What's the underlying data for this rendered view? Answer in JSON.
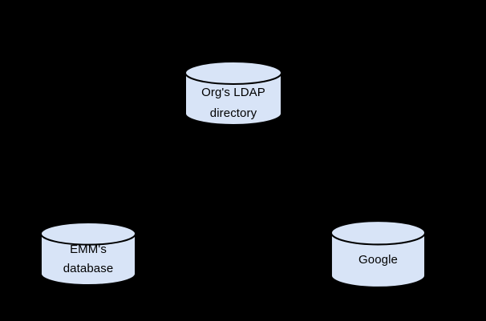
{
  "diagram": {
    "background_color": "#000000",
    "node_style": {
      "shape": "database-cylinder",
      "fill": "#d8e4f7",
      "stroke": "#000000",
      "text_color": "#000000"
    },
    "nodes": {
      "ldap": {
        "label_line1": "Org's LDAP",
        "label_line2": "directory"
      },
      "emm": {
        "label_line1": "EMM's",
        "label_line2": "database"
      },
      "google": {
        "label_line1": "Google"
      }
    }
  }
}
